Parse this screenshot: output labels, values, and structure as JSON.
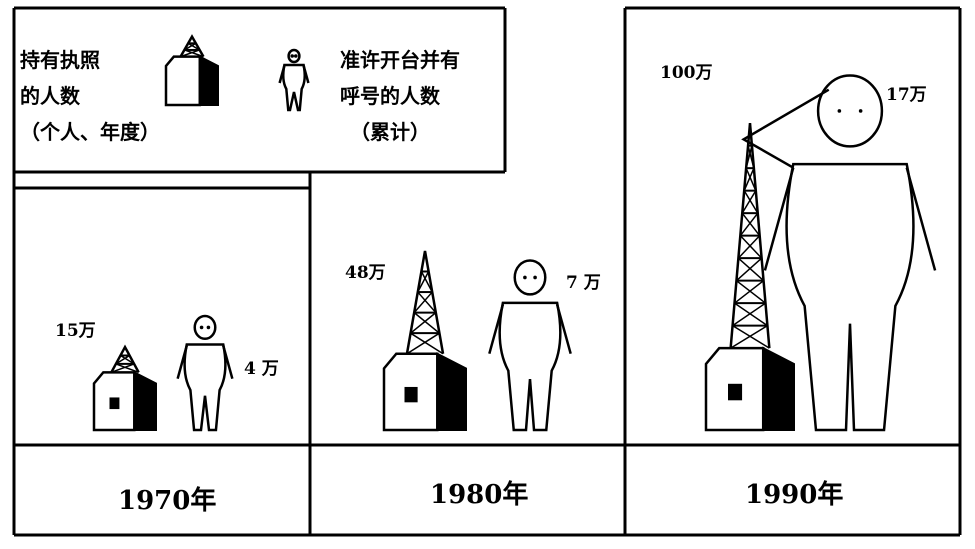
{
  "legend": {
    "tower": {
      "icon": "radio-tower-house-icon",
      "lines": [
        "持有执照",
        "的人数",
        "（个人、年度）"
      ]
    },
    "person": {
      "icon": "person-icon",
      "lines": [
        "准许开台并有",
        "呼号的人数",
        "（累计）"
      ]
    }
  },
  "chart_data": {
    "type": "pictogram",
    "categories": [
      "1970年",
      "1980年",
      "1990年"
    ],
    "series": [
      {
        "name": "持有执照的人数（个人、年度）",
        "values": [
          15,
          48,
          100
        ],
        "labels": [
          "15万",
          "48万",
          "100万"
        ],
        "unit": "万"
      },
      {
        "name": "准许开台并有呼号的人数（累计）",
        "values": [
          4,
          7,
          17
        ],
        "labels": [
          "4 万",
          "7 万",
          "17万"
        ],
        "unit": "万"
      }
    ]
  }
}
